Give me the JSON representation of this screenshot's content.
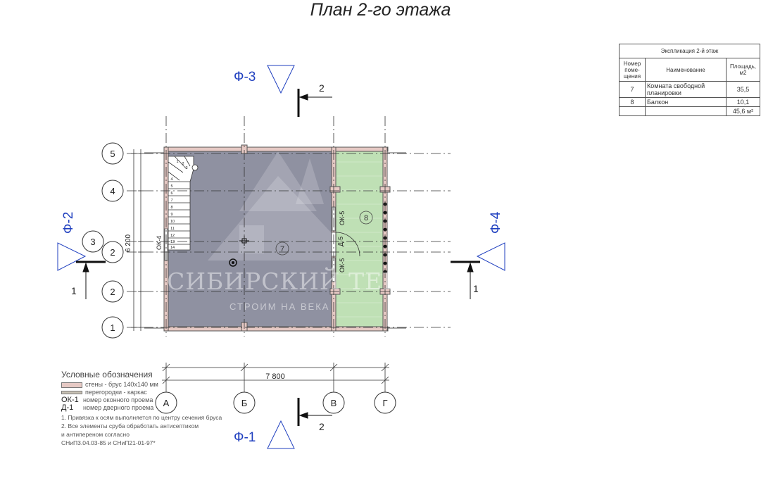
{
  "title": "План 2-го этажа",
  "facades": {
    "f1": "Ф-1",
    "f2": "Ф-2",
    "f3": "Ф-3",
    "f4": "Ф-4"
  },
  "sections": {
    "s1": "1",
    "s2": "2"
  },
  "axes_letters": [
    "А",
    "Б",
    "В",
    "Г"
  ],
  "axes_numbers": [
    "5",
    "4",
    "3",
    "2",
    "2",
    "1"
  ],
  "dimensions": {
    "width": "7 800",
    "height": "6 200"
  },
  "room_marks": {
    "room7": "7",
    "room8": "8"
  },
  "openings": {
    "ok4": "ОК-4",
    "ok5_top": "ОК-5",
    "ok5_bottom": "ОК-5",
    "d5": "Д-5"
  },
  "stair_steps": [
    "1",
    "2",
    "3",
    "4",
    "5",
    "6",
    "7",
    "8",
    "9",
    "10",
    "11",
    "12",
    "13",
    "14"
  ],
  "watermark": {
    "name": "СИБИРСКИЙ ТЕРЕМ",
    "slogan": "СТРОИМ НА ВЕКА"
  },
  "explication": {
    "caption": "Экспликация 2-й этаж",
    "headers": [
      "Номер поме-щения",
      "Наименование",
      "Площадь, м2"
    ],
    "rows": [
      {
        "num": "7",
        "name": "Комната свободной планировки",
        "area": "35,5"
      },
      {
        "num": "8",
        "name": "Балкон",
        "area": "10,1"
      }
    ],
    "total": "45,6 м²"
  },
  "legend": {
    "title": "Условные обозначения",
    "walls": "стены - брус 140х140 мм",
    "partitions": "перегородки - каркас",
    "ok_code": "ОК-1",
    "ok_text": "номер оконного проема",
    "d_code": "Д-1",
    "d_text": "номер дверного проема",
    "note1": "1. Привязка к осям выполняется по центру сечения бруса",
    "note2": "2. Все элементы сруба обработать антисептиком",
    "note3": "и антипереном согласно",
    "note4": "СНиП3.04.03-85 и СНиП21-01-97*"
  },
  "colors": {
    "room_fill": "#8f91a1",
    "balcony_fill": "#bfe0b5",
    "wall_fill": "#e6c9c4",
    "facade_blue": "#1f3fbf"
  }
}
